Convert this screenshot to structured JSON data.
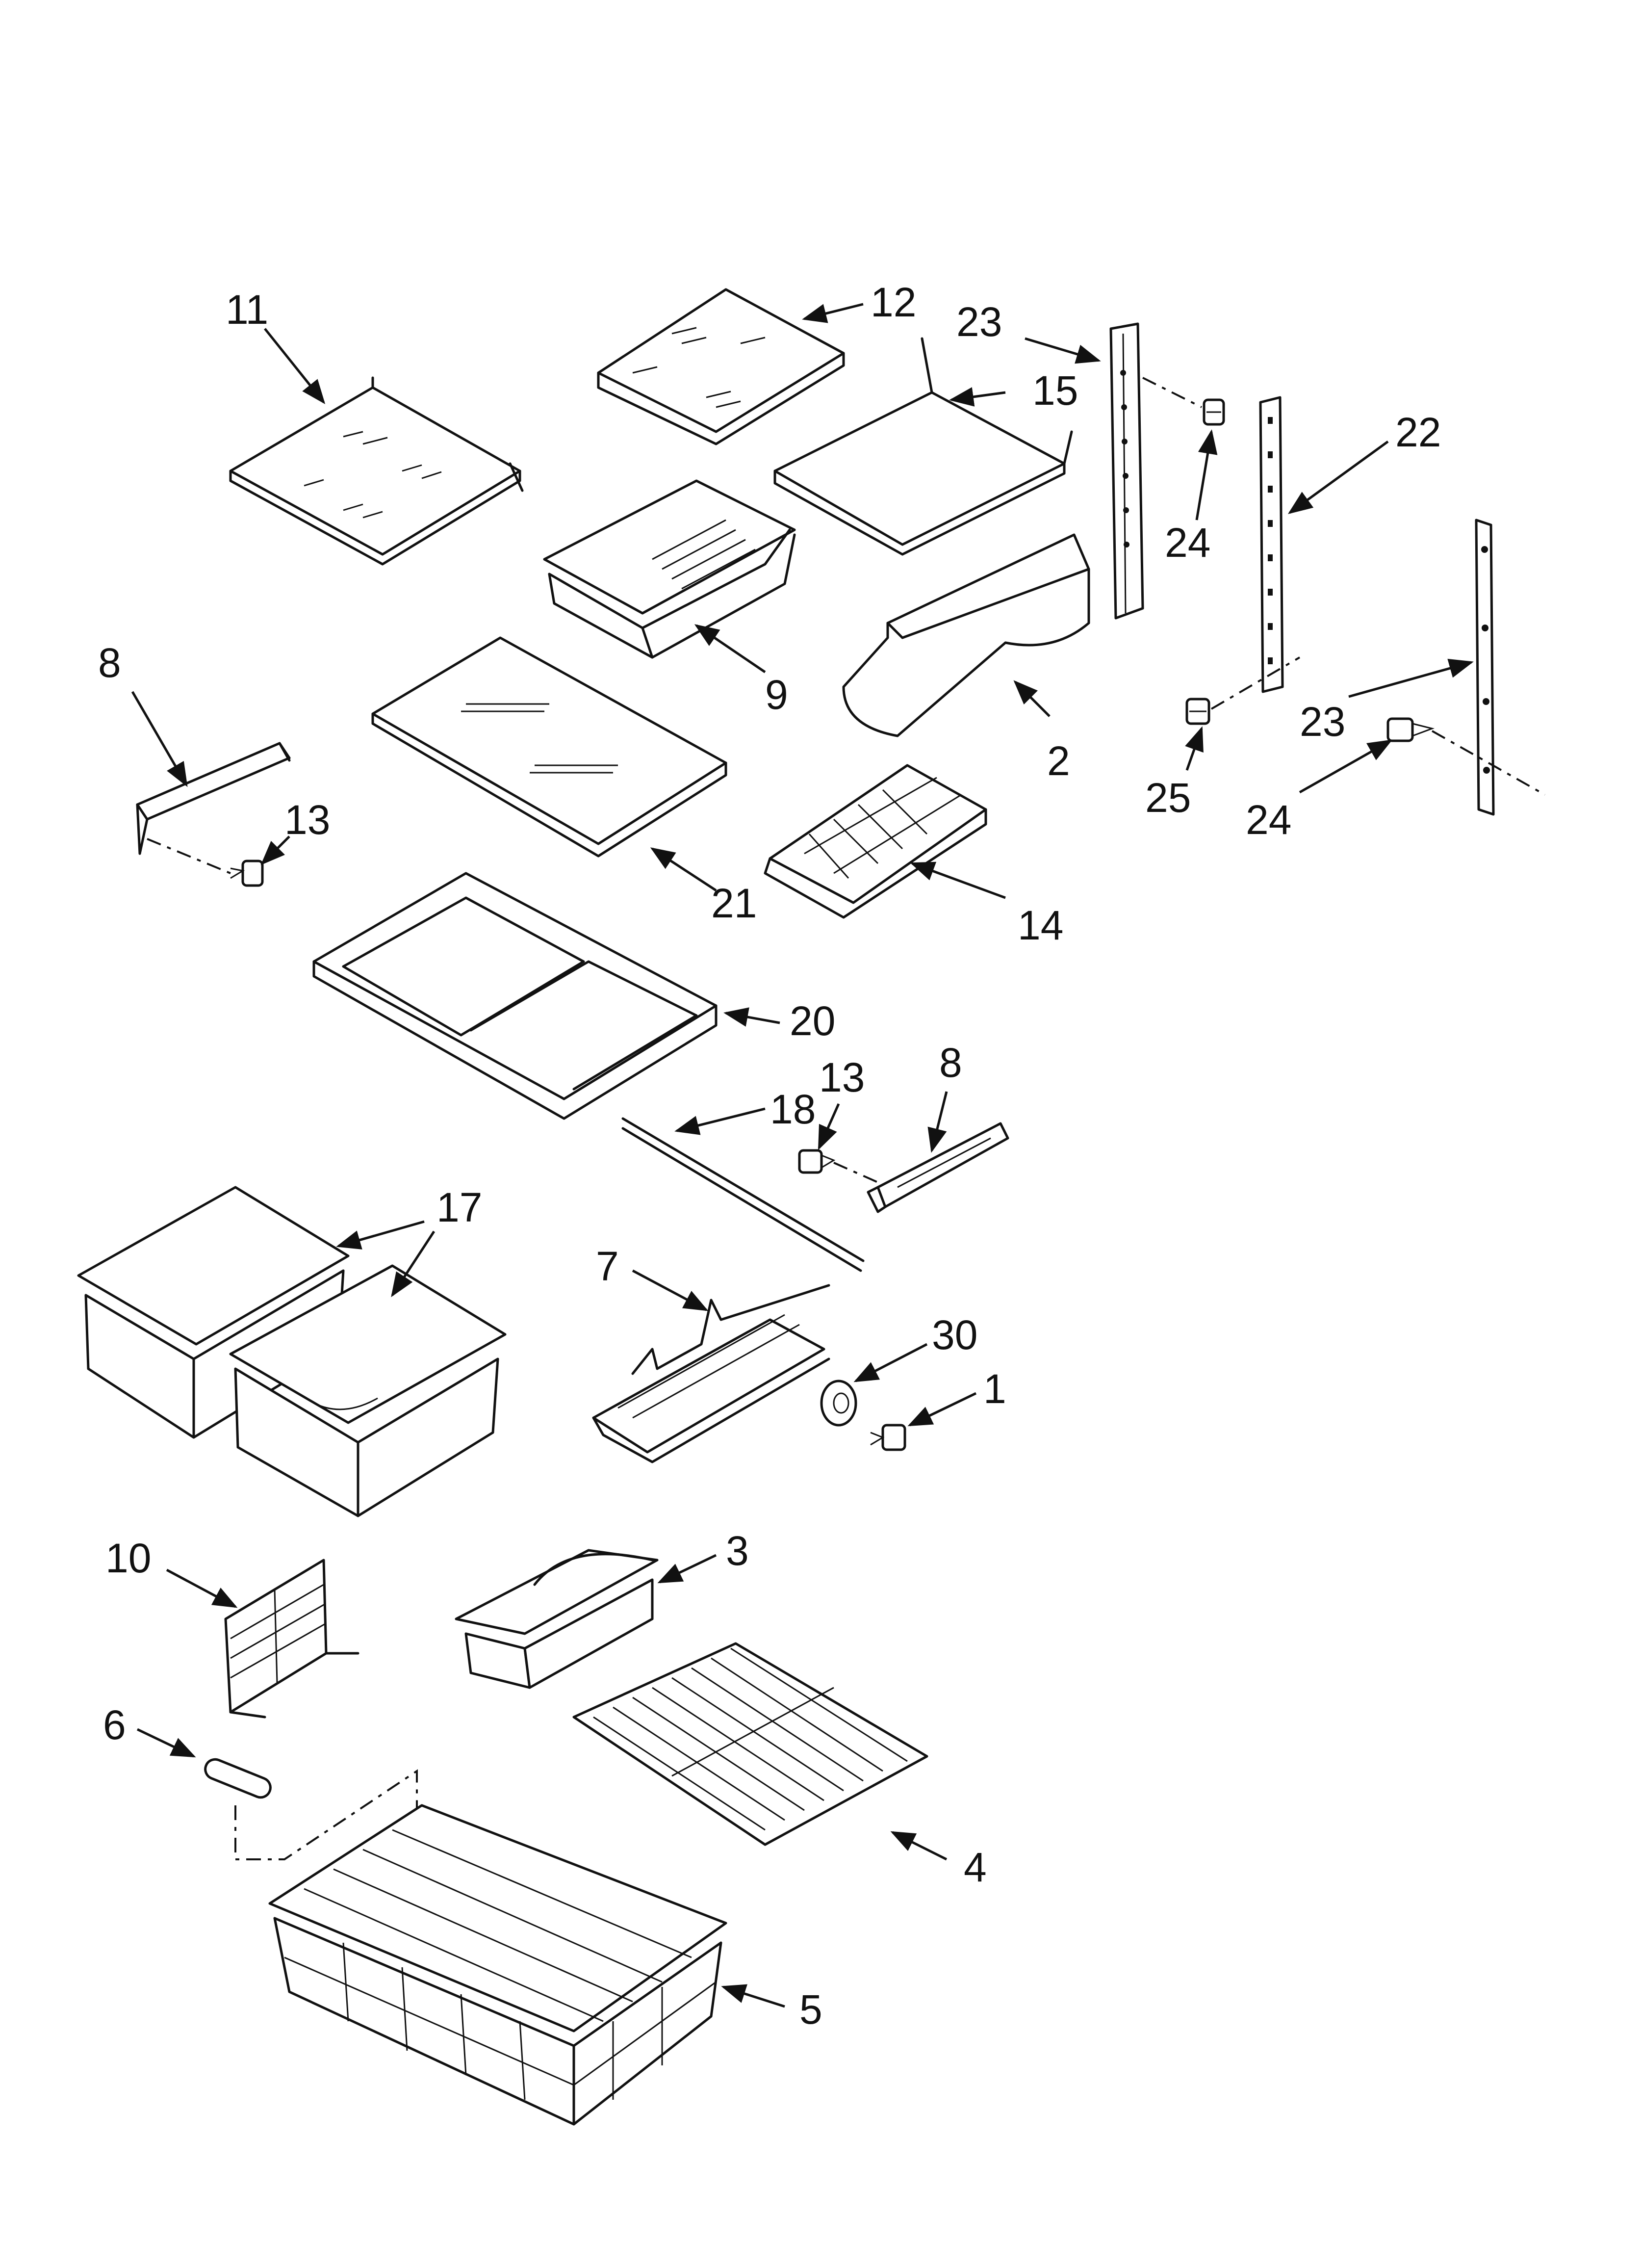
{
  "callouts": {
    "c1": "1",
    "c2": "2",
    "c3": "3",
    "c4": "4",
    "c5": "5",
    "c6": "6",
    "c7": "7",
    "c8a": "8",
    "c8b": "8",
    "c9": "9",
    "c10": "10",
    "c11": "11",
    "c12": "12",
    "c13a": "13",
    "c13b": "13",
    "c14": "14",
    "c15": "15",
    "c17": "17",
    "c18": "18",
    "c20": "20",
    "c21": "21",
    "c22": "22",
    "c23a": "23",
    "c23b": "23",
    "c24a": "24",
    "c24b": "24",
    "c25": "25",
    "c30": "30"
  }
}
